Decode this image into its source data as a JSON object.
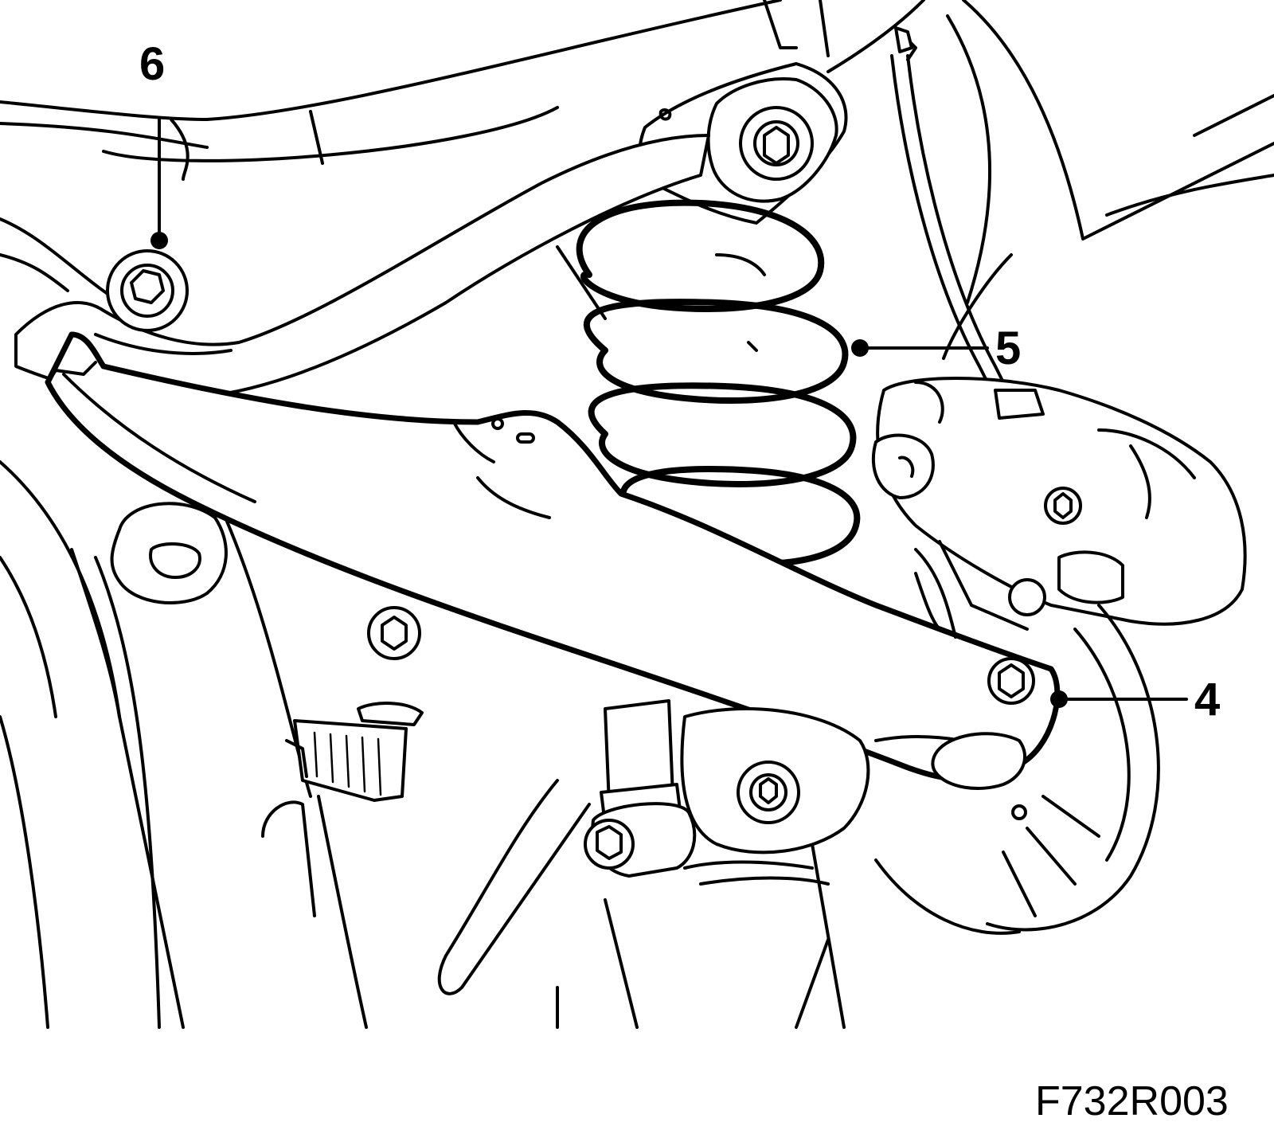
{
  "callouts": [
    {
      "id": "c6",
      "label": "6"
    },
    {
      "id": "c5",
      "label": "5"
    },
    {
      "id": "c4",
      "label": "4"
    }
  ],
  "reference_code": "F732R003"
}
